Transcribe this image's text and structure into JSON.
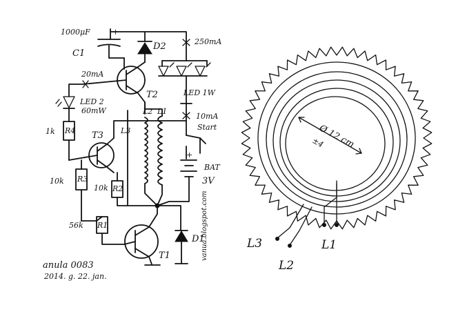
{
  "schematic": {
    "capacitor": {
      "value": "1000μF",
      "name": "C1",
      "polarity": "+"
    },
    "diode_top": {
      "name": "D2"
    },
    "current_top": "250mA",
    "led_power": {
      "name": "LED 1W"
    },
    "current_led2": "20mA",
    "led2": {
      "name": "LED 2",
      "power": "60mW"
    },
    "transistor_t2": {
      "name": "T2"
    },
    "coil_labels": {
      "l2": "L2",
      "l1": "L1",
      "l3": "L3"
    },
    "current_start": "10mA",
    "start_label": "Start",
    "battery": {
      "name": "BAT",
      "voltage": "3V",
      "polarity": "+"
    },
    "r4": {
      "value": "1k",
      "name": "R4"
    },
    "transistor_t3": {
      "name": "T3"
    },
    "r3": {
      "value": "10k",
      "name": "R3"
    },
    "r2": {
      "value": "10k",
      "name": "R2"
    },
    "r1": {
      "value": "56k",
      "name": "R1"
    },
    "transistor_t1": {
      "name": "T1"
    },
    "diode_bottom": {
      "name": "D1"
    },
    "signature": {
      "line1": "anula 0083",
      "line2": "2014. g. 22. jan."
    },
    "url_vertical": "vanua.blogspot.com"
  },
  "coil": {
    "diameter": "Ø 12 cm",
    "turns": "±4",
    "leads": {
      "l1": "L1",
      "l2": "L2",
      "l3": "L3"
    }
  }
}
